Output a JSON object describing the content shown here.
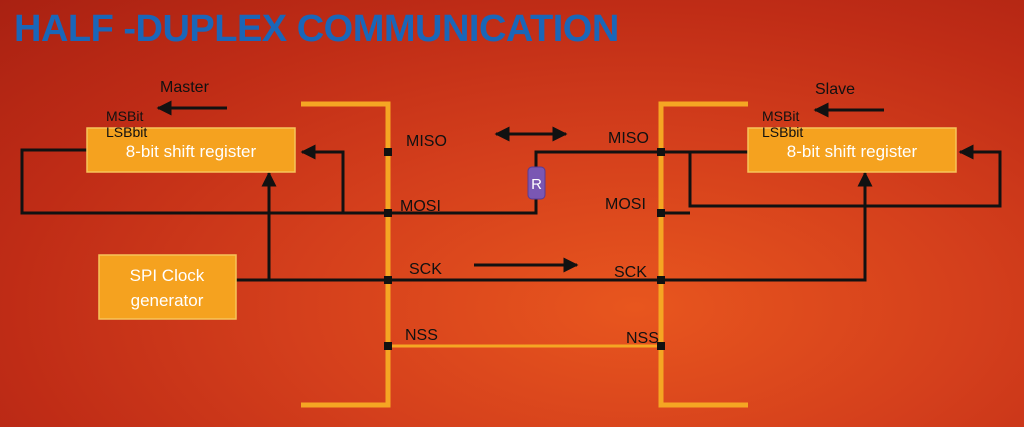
{
  "title": "HALF -DUPLEX COMMUNICATION",
  "master": {
    "label": "Master",
    "msbit": "MSBit",
    "lsbit": "LSBbit",
    "register": "8-bit shift register"
  },
  "slave": {
    "label": "Slave",
    "msbit": "MSBit",
    "lsbit": "LSBbit",
    "register": "8-bit shift register"
  },
  "clock": {
    "line1": "SPI Clock",
    "line2": "generator"
  },
  "pins": {
    "master": [
      "MISO",
      "MOSI",
      "SCK",
      "NSS"
    ],
    "slave": [
      "MISO",
      "MOSI",
      "SCK",
      "NSS"
    ]
  },
  "resistor": "R",
  "colors": {
    "background": "#d43f1c",
    "title": "#1a66b8",
    "register_box": "#f5a21f",
    "bus": "#f5a623",
    "resistor": "#7a57b3",
    "wire": "#111111"
  }
}
